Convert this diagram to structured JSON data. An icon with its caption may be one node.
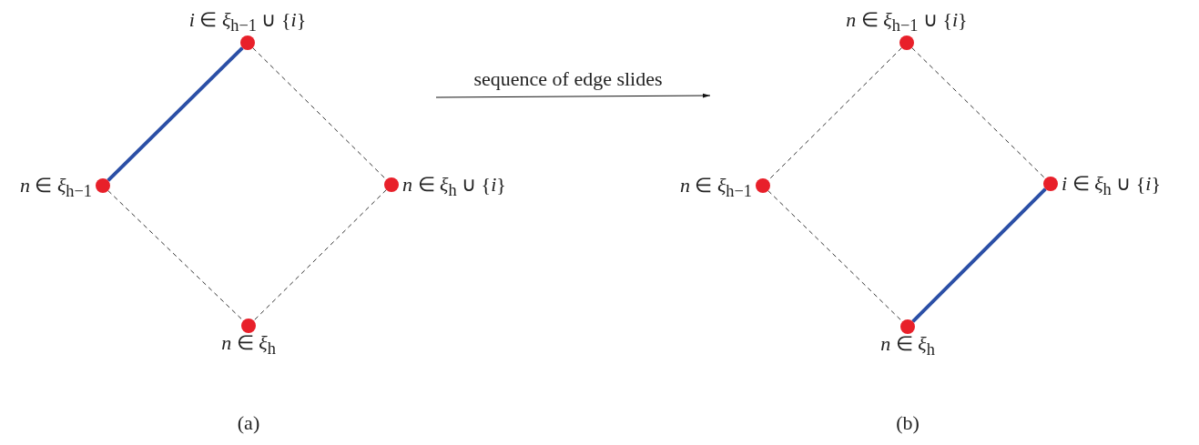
{
  "diagram": {
    "nodes": [
      {
        "text": [
          "*i* ∈ *ξ*$_{h−1}$ ∪ {*i*}"
        ]
      },
      {
        "text": [
          "*n* ∈ *ξ*$_{h−1}$"
        ]
      },
      {
        "text": [
          "*n* ∈ *ξ*$_{h}$ ∪ {*i*}"
        ]
      },
      {
        "text": [
          "*n* ∈ *ξ*$_{h}$"
        ]
      },
      {
        "text": [
          "*n* ∈ *ξ*$_{h−1}$ ∪ {*i*}"
        ]
      },
      {
        "text": [
          "*n* ∈ *ξ*$_{h−1}$"
        ]
      },
      {
        "text": [
          "*i* ∈ *ξ*$_{h}$ ∪ {*i*}"
        ]
      },
      {
        "text": [
          "*n* ∈ *ξ*$_{h}$"
        ]
      }
    ],
    "edges": [
      {
        "from": 0,
        "to": 1,
        "arrow": "none",
        "style": "thick",
        "color": "#2b4fa6"
      },
      {
        "from": 0,
        "to": 2,
        "arrow": "none",
        "style": "dashed"
      },
      {
        "from": 1,
        "to": 3,
        "arrow": "none",
        "style": "dashed"
      },
      {
        "from": 2,
        "to": 3,
        "arrow": "none",
        "style": "dashed"
      },
      {
        "from": 4,
        "to": 5,
        "arrow": "none",
        "style": "dashed"
      },
      {
        "from": 4,
        "to": 6,
        "arrow": "none",
        "style": "dashed"
      },
      {
        "from": 5,
        "to": 7,
        "arrow": "none",
        "style": "dashed"
      },
      {
        "from": 6,
        "to": 7,
        "arrow": "none",
        "style": "thick",
        "color": "#2b4fa6"
      }
    ],
    "labels": [
      "sequence of edge slides",
      "(a)",
      "(b)"
    ]
  }
}
